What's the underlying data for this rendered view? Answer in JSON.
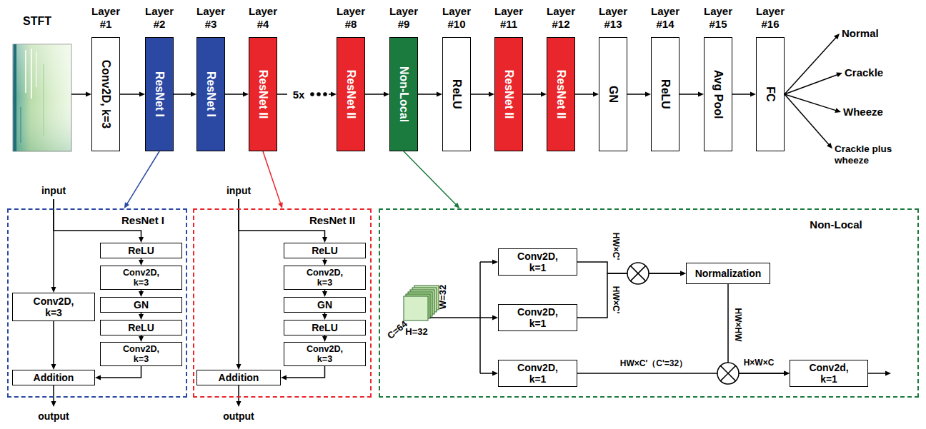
{
  "diagram": {
    "nodes": [
      {
        "text": [
          "Layer #1",
          "Conv2D, k=3"
        ]
      },
      {
        "text": [
          "Layer #2",
          "ResNet I"
        ]
      },
      {
        "text": [
          "Layer #3",
          "ResNet I"
        ]
      },
      {
        "text": [
          "Layer #4",
          "ResNet II"
        ]
      },
      {
        "text": [
          "Layer #8",
          "ResNet II"
        ]
      },
      {
        "text": [
          "Layer #9",
          "Non-Local"
        ]
      },
      {
        "text": [
          "Layer #10",
          "ReLU"
        ]
      },
      {
        "text": [
          "Layer #11",
          "ResNet II"
        ]
      },
      {
        "text": [
          "Layer #12",
          "ResNet II"
        ]
      },
      {
        "text": [
          "Layer #13",
          "GN"
        ]
      },
      {
        "text": [
          "Layer #14",
          "ReLU"
        ]
      },
      {
        "text": [
          "Layer #15",
          "Avg Pool"
        ]
      },
      {
        "text": [
          "Layer #16",
          "FC"
        ]
      },
      {
        "text": [
          "Normal"
        ]
      },
      {
        "text": [
          "Crackle"
        ]
      },
      {
        "text": [
          "Wheeze"
        ]
      },
      {
        "text": [
          "Crackle plus wheeze"
        ]
      },
      {
        "text": [
          "input"
        ]
      },
      {
        "text": [
          "ResNet I"
        ]
      },
      {
        "text": [
          "Conv2D, k=3"
        ],
        "in": 18
      },
      {
        "text": [
          "ReLU"
        ],
        "in": 18
      },
      {
        "text": [
          "Conv2D, k=3"
        ],
        "in": 18
      },
      {
        "text": [
          "GN"
        ],
        "in": 18
      },
      {
        "text": [
          "ReLU"
        ],
        "in": 18
      },
      {
        "text": [
          "Conv2D, k=3"
        ],
        "in": 18
      },
      {
        "text": [
          "Addition"
        ],
        "in": 18
      },
      {
        "text": [
          "output"
        ]
      },
      {
        "text": [
          "input"
        ]
      },
      {
        "text": [
          "ResNet II"
        ]
      },
      {
        "text": [
          "ReLU"
        ],
        "in": 28
      },
      {
        "text": [
          "Conv2D, k=3"
        ],
        "in": 28
      },
      {
        "text": [
          "GN"
        ],
        "in": 28
      },
      {
        "text": [
          "ReLU"
        ],
        "in": 28
      },
      {
        "text": [
          "Conv2D, k=3"
        ],
        "in": 28
      },
      {
        "text": [
          "Addition"
        ],
        "in": 28
      },
      {
        "text": [
          "output"
        ]
      },
      {
        "text": [
          "Non-Local"
        ]
      },
      {
        "text": [
          "Conv2D, k=1"
        ],
        "in": 36
      },
      {
        "text": [
          "Conv2D, k=1"
        ],
        "in": 36
      },
      {
        "text": [
          "Normalization"
        ],
        "in": 36
      },
      {
        "text": [
          "Conv2D, k=1"
        ],
        "in": 36
      },
      {
        "text": [
          "Conv2d, k=1"
        ],
        "in": 36
      }
    ],
    "edges": [
      {
        "from": 0,
        "to": 1,
        "arrow": "to"
      },
      {
        "from": 1,
        "to": 2,
        "arrow": "to"
      },
      {
        "from": 2,
        "to": 3,
        "arrow": "to"
      },
      {
        "from": 3,
        "to": 4,
        "arrow": "to"
      },
      {
        "from": 4,
        "to": 5,
        "arrow": "to"
      },
      {
        "from": 5,
        "to": 6,
        "arrow": "to"
      },
      {
        "from": 6,
        "to": 7,
        "arrow": "to"
      },
      {
        "from": 7,
        "to": 8,
        "arrow": "to"
      },
      {
        "from": 8,
        "to": 9,
        "arrow": "to"
      },
      {
        "from": 9,
        "to": 10,
        "arrow": "to"
      },
      {
        "from": 10,
        "to": 11,
        "arrow": "to"
      },
      {
        "from": 11,
        "to": 12,
        "arrow": "to"
      },
      {
        "from": 12,
        "to": 13,
        "arrow": "to"
      },
      {
        "from": 12,
        "to": 14,
        "arrow": "to"
      },
      {
        "from": 12,
        "to": 15,
        "arrow": "to"
      },
      {
        "from": 12,
        "to": 16,
        "arrow": "to"
      },
      {
        "from": 1,
        "to": 18,
        "arrow": "to"
      },
      {
        "from": 3,
        "to": 28,
        "arrow": "to"
      },
      {
        "from": 5,
        "to": 36,
        "arrow": "to"
      },
      {
        "from": 17,
        "to": 19,
        "arrow": "to"
      },
      {
        "from": 17,
        "to": 20,
        "arrow": "to"
      },
      {
        "from": 20,
        "to": 21,
        "arrow": "to"
      },
      {
        "from": 21,
        "to": 22,
        "arrow": "to"
      },
      {
        "from": 22,
        "to": 23,
        "arrow": "to"
      },
      {
        "from": 23,
        "to": 24,
        "arrow": "to"
      },
      {
        "from": 24,
        "to": 25,
        "arrow": "to"
      },
      {
        "from": 19,
        "to": 25,
        "arrow": "to"
      },
      {
        "from": 25,
        "to": 26,
        "arrow": "to"
      },
      {
        "from": 27,
        "to": 34,
        "arrow": "to"
      },
      {
        "from": 27,
        "to": 29,
        "arrow": "to"
      },
      {
        "from": 29,
        "to": 30,
        "arrow": "to"
      },
      {
        "from": 30,
        "to": 31,
        "arrow": "to"
      },
      {
        "from": 31,
        "to": 32,
        "arrow": "to"
      },
      {
        "from": 32,
        "to": 33,
        "arrow": "to"
      },
      {
        "from": 33,
        "to": 34,
        "arrow": "to"
      },
      {
        "from": 34,
        "to": 35,
        "arrow": "to"
      },
      {
        "from": 37,
        "to": 39,
        "label": "HW×C'",
        "arrow": "to"
      },
      {
        "from": 38,
        "to": 39,
        "label": "HW×C'",
        "arrow": "to"
      },
      {
        "from": 39,
        "to": 41,
        "label": "HW×HW",
        "arrow": "to"
      },
      {
        "from": 40,
        "to": 41,
        "label": "HW×C'（C'=32）",
        "arrow": "to"
      }
    ],
    "labels": [
      "STFT",
      "5x",
      "C=64",
      "W=32",
      "H=32",
      "H×W×C"
    ]
  }
}
